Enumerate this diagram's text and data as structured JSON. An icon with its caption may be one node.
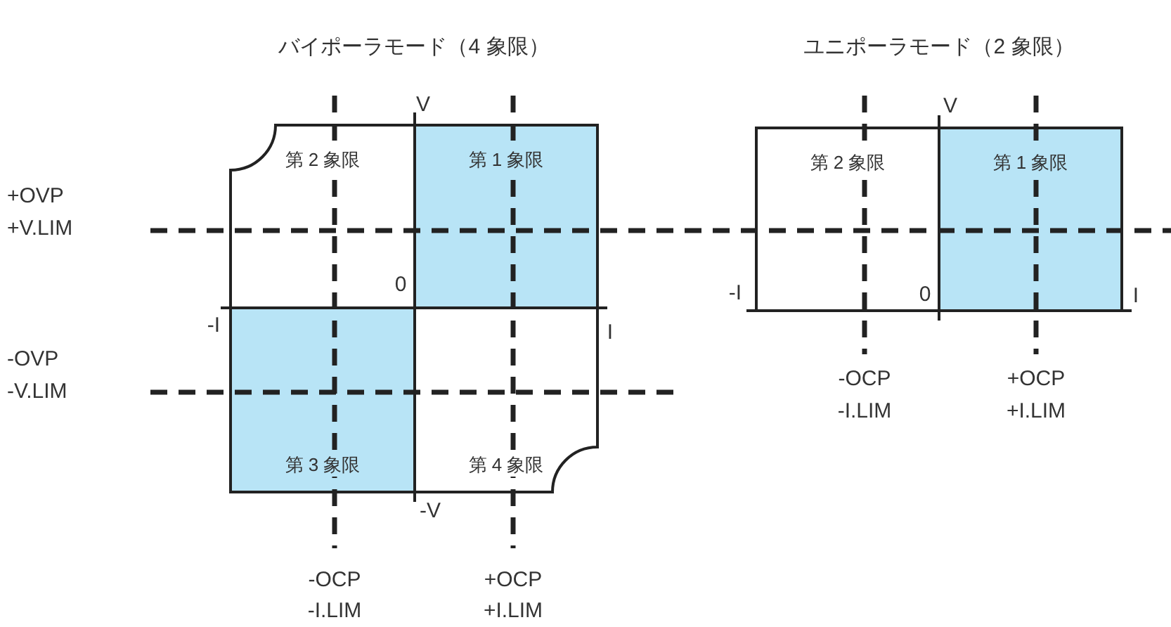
{
  "diagram": {
    "nodes": [
      {
        "text": [
          "バイポーラモード（4 象限）"
        ]
      },
      {
        "text": [
          "第 2 象限"
        ],
        "in": 0
      },
      {
        "text": [
          "第 1 象限"
        ],
        "in": 0
      },
      {
        "text": [
          "第 3 象限"
        ],
        "in": 0
      },
      {
        "text": [
          "第 4 象限"
        ],
        "in": 0
      },
      {
        "text": [
          "ユニポーラモード（2 象限）"
        ]
      },
      {
        "text": [
          "第 2 象限"
        ],
        "in": 5
      },
      {
        "text": [
          "第 1 象限"
        ],
        "in": 5
      }
    ],
    "labels": [
      "V",
      "V",
      "+OVP",
      "+V.LIM",
      "0",
      "-I",
      "0",
      "I",
      "-I",
      "I",
      "-OVP",
      "-OCP",
      "-V.LIM",
      "+OCP",
      "-I.LIM",
      "+I.LIM",
      "-V",
      "-OCP",
      "+OCP",
      "-I.LIM",
      "+I.LIM"
    ]
  }
}
